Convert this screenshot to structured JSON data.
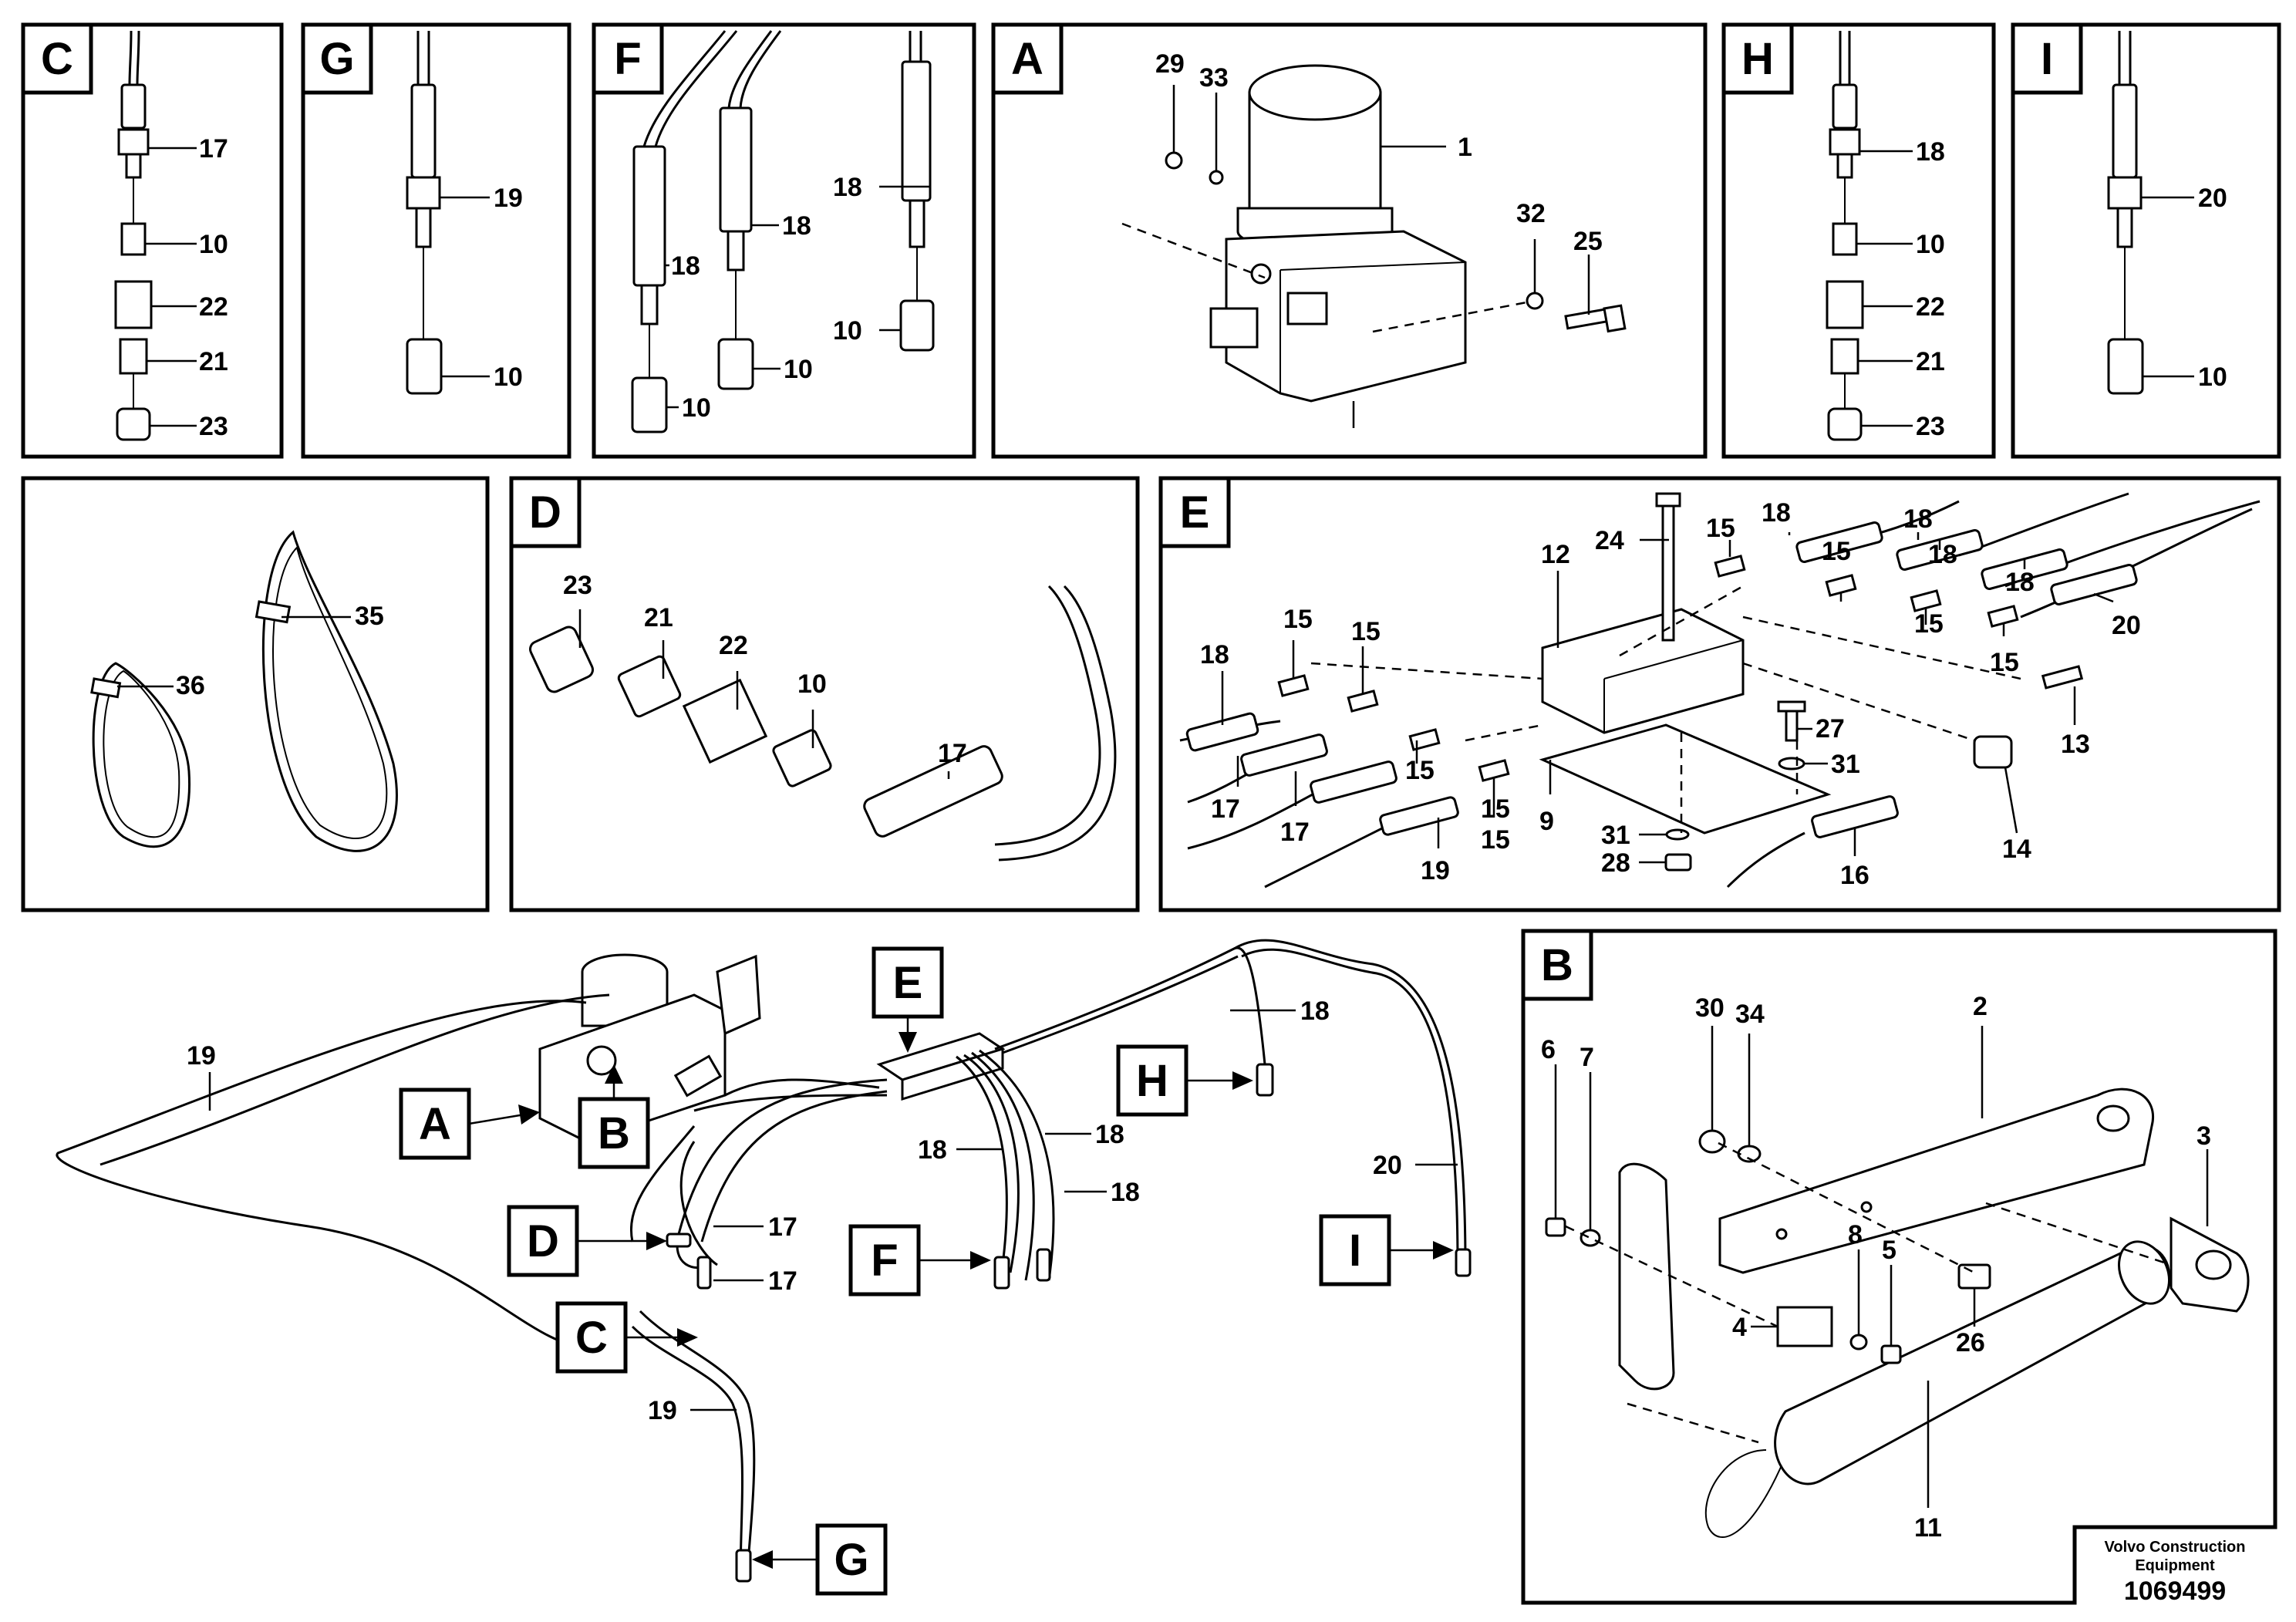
{
  "panels": {
    "C": {
      "letter": "C",
      "callouts": [
        "17",
        "10",
        "22",
        "21",
        "23"
      ]
    },
    "G": {
      "letter": "G",
      "callouts": [
        "19",
        "10"
      ]
    },
    "F": {
      "letter": "F",
      "callouts": [
        "18",
        "18",
        "18",
        "10",
        "10",
        "10"
      ]
    },
    "A": {
      "letter": "A",
      "callouts": [
        "29",
        "33",
        "1",
        "32",
        "25"
      ]
    },
    "H": {
      "letter": "H",
      "callouts": [
        "18",
        "10",
        "22",
        "21",
        "23"
      ]
    },
    "I": {
      "letter": "I",
      "callouts": [
        "20",
        "10"
      ]
    },
    "ties": {
      "callouts": [
        "35",
        "36"
      ]
    },
    "D": {
      "letter": "D",
      "callouts": [
        "23",
        "21",
        "22",
        "10",
        "17"
      ]
    },
    "E": {
      "letter": "E",
      "callouts": [
        "24",
        "15",
        "18",
        "18",
        "15",
        "12",
        "15",
        "18",
        "18",
        "15",
        "15",
        "20",
        "15",
        "15",
        "18",
        "17",
        "17",
        "15",
        "19",
        "15",
        "9",
        "27",
        "31",
        "31",
        "28",
        "16",
        "14",
        "13"
      ]
    },
    "overview": {
      "tags": [
        "A",
        "B",
        "C",
        "D",
        "E",
        "F",
        "G",
        "H",
        "I"
      ],
      "callouts": [
        "19",
        "18",
        "18",
        "18",
        "18",
        "17",
        "17",
        "19",
        "20"
      ]
    },
    "B": {
      "letter": "B",
      "callouts": [
        "30",
        "34",
        "2",
        "6",
        "7",
        "3",
        "8",
        "5",
        "4",
        "26",
        "11"
      ]
    }
  },
  "credit": {
    "line1": "Volvo Construction",
    "line2": "Equipment"
  },
  "reference_number": "1069499"
}
